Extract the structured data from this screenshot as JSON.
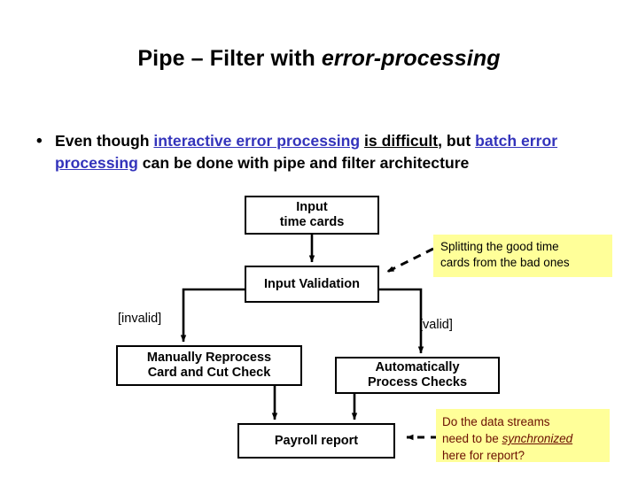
{
  "slide": {
    "title_prefix": "Pipe – Filter with ",
    "title_emphasis": "error-processing"
  },
  "bullet": {
    "marker": "•",
    "seg_1": "Even though ",
    "seg_2_link": "interactive error processing",
    "seg_3_space": " ",
    "seg_4_underlined": "is difficult",
    "seg_5": ", but ",
    "seg_6_link": "batch error processing",
    "seg_7": " can be done with pipe and filter architecture"
  },
  "flowchart": {
    "nodes": [
      {
        "id": "input-time-cards",
        "line_1": "Input",
        "line_2": "time cards"
      },
      {
        "id": "input-validation",
        "line_1": "Input Validation",
        "line_2": ""
      },
      {
        "id": "manual-reprocess",
        "line_1": "Manually Reprocess",
        "line_2": "Card and Cut Check"
      },
      {
        "id": "auto-process",
        "line_1": "Automatically",
        "line_2": "Process Checks"
      },
      {
        "id": "payroll-report",
        "line_1": "Payroll report",
        "line_2": ""
      }
    ],
    "edge_labels": {
      "invalid": "[invalid]",
      "valid": "[valid]"
    }
  },
  "callouts": [
    {
      "id": "splitting",
      "line_1": "Splitting the good time",
      "line_2": "cards from the bad ones",
      "bg": "#ffff99",
      "text_color": "#000000"
    },
    {
      "id": "sync",
      "line_1": "Do the data streams",
      "line_2_pre": "need to be ",
      "line_2_emphasis": "synchronized",
      "line_3": "here for report?",
      "bg": "#ffff99",
      "text_color": "#6b0f00"
    }
  ],
  "colors": {
    "link": "#3333bb",
    "callout_yellow": "#ffff99",
    "callout_maroon": "#6b0f00",
    "stroke": "#000000",
    "background": "#ffffff"
  }
}
